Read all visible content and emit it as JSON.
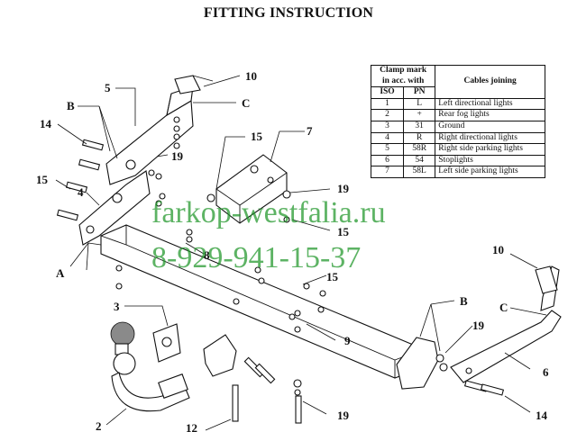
{
  "title": "FITTING INSTRUCTION",
  "cable_table": {
    "header_mark": "Clamp mark",
    "header_mark2": "in acc. with",
    "header_iso": "ISO",
    "header_pn": "PN",
    "header_cables": "Cables joining",
    "rows": [
      {
        "iso": "1",
        "pn": "L",
        "cable": "Left directional lights"
      },
      {
        "iso": "2",
        "pn": "+",
        "cable": "Rear fog lights"
      },
      {
        "iso": "3",
        "pn": "31",
        "cable": "Ground"
      },
      {
        "iso": "4",
        "pn": "R",
        "cable": "Right directional lights"
      },
      {
        "iso": "5",
        "pn": "58R",
        "cable": "Right side parking lights"
      },
      {
        "iso": "6",
        "pn": "54",
        "cable": "Stoplights"
      },
      {
        "iso": "7",
        "pn": "58L",
        "cable": "Left side parking lights"
      }
    ]
  },
  "watermark": {
    "site": "farkop-westfalia.ru",
    "phone": "8-929-941-15-37"
  },
  "labels": {
    "n10_top": "10",
    "c_top": "C",
    "n5": "5",
    "b_left": "B",
    "n14_left": "14",
    "n19_left": "19",
    "n15_upper_mid": "15",
    "n7": "7",
    "n15_left": "15",
    "n4": "4",
    "n19_mid": "19",
    "n15_mid_right": "15",
    "n15_mid_lower": "15",
    "a": "A",
    "n8": "8",
    "n3": "3",
    "n9": "9",
    "b_right": "B",
    "n10_right": "10",
    "c_right": "C",
    "n19_right": "19",
    "n6": "6",
    "n19_bottom": "19",
    "n14_right": "14",
    "n2": "2",
    "n12": "12"
  }
}
